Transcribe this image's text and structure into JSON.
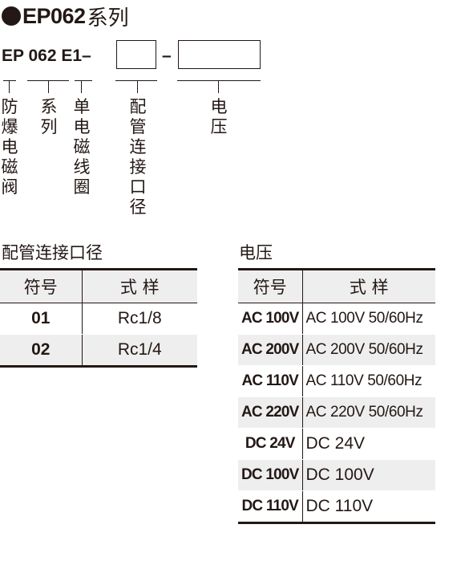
{
  "title": {
    "code": "EP062",
    "suffix": "系列"
  },
  "model": {
    "prefix": "EP 062 E1–",
    "dash": "–"
  },
  "legend": {
    "explosion_proof": "防爆电磁阀",
    "series": "系列",
    "single_coil": "单电磁线圈",
    "port_size": "配管连接口径",
    "voltage": "电压"
  },
  "port_table": {
    "caption": "配管连接口径",
    "headers": [
      "符号",
      "式 样"
    ],
    "rows": [
      {
        "code": "01",
        "value": "Rc1/8"
      },
      {
        "code": "02",
        "value": "Rc1/4"
      }
    ]
  },
  "voltage_table": {
    "caption": "电压",
    "headers": [
      "符号",
      "式 样"
    ],
    "rows": [
      {
        "code": "AC 100V",
        "value": "AC 100V 50/60Hz"
      },
      {
        "code": "AC 200V",
        "value": "AC 200V 50/60Hz"
      },
      {
        "code": "AC 110V",
        "value": "AC 110V 50/60Hz"
      },
      {
        "code": "AC 220V",
        "value": "AC 220V 50/60Hz"
      },
      {
        "code": "DC 24V",
        "value": "DC 24V"
      },
      {
        "code": "DC 100V",
        "value": "DC 100V"
      },
      {
        "code": "DC 110V",
        "value": "DC 110V"
      }
    ]
  }
}
